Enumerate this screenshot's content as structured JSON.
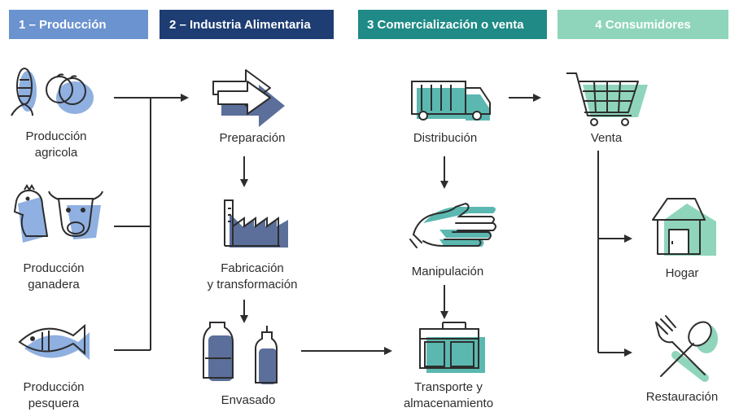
{
  "headers": [
    {
      "label": "1 – Producción",
      "color": "#6b93cf"
    },
    {
      "label": "2 – Industria Alimentaria",
      "color": "#1d3d73"
    },
    {
      "label": "3 Comercialización o venta",
      "color": "#1f8a86"
    },
    {
      "label": "4 Consumidores",
      "color": "#8fd5bb"
    }
  ],
  "nodes": {
    "prod_agricola": [
      "Producción",
      "agricola"
    ],
    "prod_ganadera": [
      "Producción",
      "ganadera"
    ],
    "prod_pesquera": [
      "Producción",
      "pesquera"
    ],
    "preparacion": "Preparación",
    "fabricacion": [
      "Fabricación",
      "y transformación"
    ],
    "envasado": "Envasado",
    "distribucion": "Distribución",
    "manipulacion": "Manipulación",
    "transporte": [
      "Transporte y",
      "almacenamiento"
    ],
    "venta": "Venta",
    "hogar": "Hogar",
    "restauracion": "Restauración"
  },
  "icons": {
    "produce": "corn-and-fruit-icon",
    "livestock": "chicken-and-cow-icon",
    "fish": "fish-icon",
    "preparation": "arrows-icon",
    "factory": "factory-icon",
    "packaging": "bottles-icon",
    "truck": "truck-icon",
    "hand": "gloved-hand-icon",
    "storage": "warehouse-shelves-icon",
    "cart": "shopping-cart-icon",
    "house": "house-icon",
    "cutlery": "fork-spoon-icon"
  },
  "colors": {
    "blue_shadow": "#8fb0e0",
    "navy_shadow": "#5b6f9a",
    "teal_shadow": "#5bb8b0",
    "mint_shadow": "#8fd5bb",
    "stroke": "#2d2d2d"
  }
}
